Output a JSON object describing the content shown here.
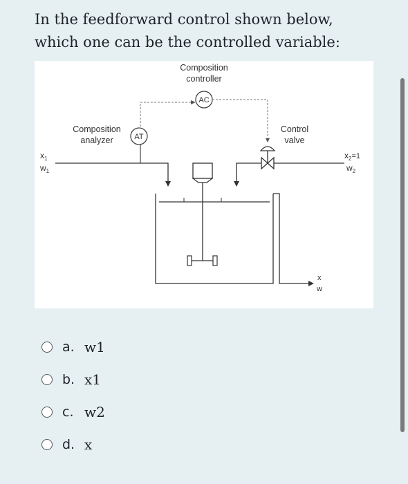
{
  "question": {
    "text": "In the feedforward control shown below, which one can be the controlled variable:"
  },
  "diagram": {
    "composition_controller_line1": "Composition",
    "composition_controller_line2": "controller",
    "ac": "AC",
    "at": "AT",
    "composition_analyzer_line1": "Composition",
    "composition_analyzer_line2": "analyzer",
    "control_valve_line1": "Control",
    "control_valve_line2": "valve",
    "inlet1_x": "x",
    "inlet1_x_sub": "1",
    "inlet1_w": "w",
    "inlet1_w_sub": "1",
    "inlet2_x": "x",
    "inlet2_x_sub": "2",
    "inlet2_eq": "=1",
    "inlet2_w": "w",
    "inlet2_w_sub": "2",
    "outlet_x": "x",
    "outlet_w": "w"
  },
  "options": [
    {
      "letter": "a.",
      "text": "w1"
    },
    {
      "letter": "b.",
      "text": "x1"
    },
    {
      "letter": "c.",
      "text": "w2"
    },
    {
      "letter": "d.",
      "text": "x"
    }
  ]
}
